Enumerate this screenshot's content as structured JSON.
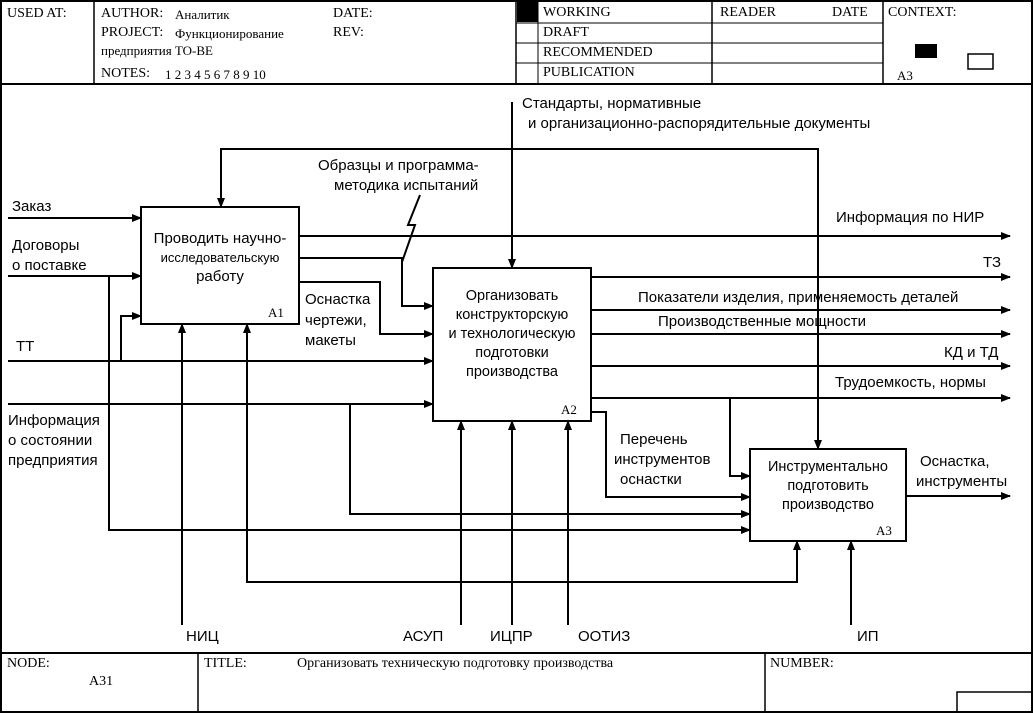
{
  "header": {
    "used_at": "USED AT:",
    "author_label": "AUTHOR:",
    "author": "Аналитик",
    "project_label": "PROJECT:",
    "project": "Функционирование",
    "project_line2": "предприятия TO-BE",
    "date_label": "DATE:",
    "rev_label": "REV:",
    "notes_label": "NOTES:",
    "notes": "1  2  3  4  5  6  7  8  9  10",
    "status": [
      "WORKING",
      "DRAFT",
      "RECOMMENDED",
      "PUBLICATION"
    ],
    "reader_label": "READER",
    "reader_date_label": "DATE",
    "context_label": "CONTEXT:",
    "context_node": "A3"
  },
  "footer": {
    "node_label": "NODE:",
    "node": "A31",
    "title_label": "TITLE:",
    "title": "Организовать техническую подготовку производства",
    "number_label": "NUMBER:"
  },
  "boxes": {
    "a1": {
      "lines": [
        "Проводить научно-",
        "исследовательскую",
        "работу"
      ],
      "id": "A1"
    },
    "a2": {
      "lines": [
        "Организовать",
        "конструкторскую",
        "и технологическую",
        "подготовки",
        "производства"
      ],
      "id": "A2"
    },
    "a3": {
      "lines": [
        "Инструментально",
        "подготовить",
        "производство"
      ],
      "id": "A3"
    }
  },
  "labels": {
    "standards": [
      "Стандарты, нормативные",
      "и организационно-распорядительные документы"
    ],
    "samples": [
      "Образцы и программа-",
      "методика испытаний"
    ],
    "order": "Заказ",
    "contracts": [
      "Договоры",
      "о поставке"
    ],
    "tt": "TT",
    "enterprise_info": [
      "Информация",
      "о состоянии",
      "предприятия"
    ],
    "tooling_drawings": [
      "Оснастка",
      "чертежи,",
      "макеты"
    ],
    "instrument_list": [
      "Перечень",
      "инструментов",
      "оснастки"
    ],
    "out_nir": "Информация по НИР",
    "out_tz": "ТЗ",
    "out_indicators": "Показатели изделия,  применяемость деталей",
    "out_capacity": "Производственные мощности",
    "out_kd": "КД и ТД",
    "out_labor": "Трудоемкость, нормы",
    "out_tooling": [
      "Оснастка,",
      "инструменты"
    ],
    "mech_nic": "НИЦ",
    "mech_asup": "АСУП",
    "mech_icpr": "ИЦПР",
    "mech_ootiz": "ООТИЗ",
    "mech_ip": "ИП"
  }
}
